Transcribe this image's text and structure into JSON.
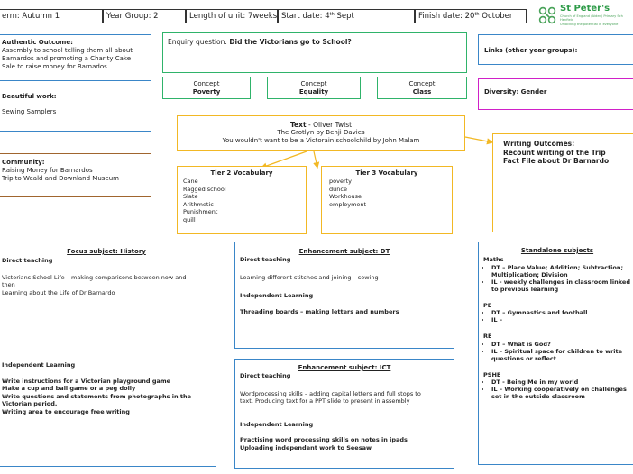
{
  "header": {
    "term": "erm: Autumn 1",
    "year_group": "Year Group: 2",
    "length": "Length of unit: 7weeks",
    "start_prefix": "Start date: 4",
    "start_sup": "th",
    "start_suffix": " Sept",
    "finish_prefix": "Finish date: 20",
    "finish_sup": "th",
    "finish_suffix": " October",
    "logo_title": "St Peter's",
    "logo_sub1": "Church of England (Aided) Primary Sch",
    "logo_sub2": "Henfield",
    "logo_sub3": "Unlocking the potential in everyone"
  },
  "authentic": {
    "title": "Authentic Outcome:",
    "lines": [
      "Assembly to school telling them all about",
      "Barnardos and promoting a Charity Cake",
      "Sale to raise money for Barnados"
    ]
  },
  "beautiful": {
    "title": "Beautiful work:",
    "text": "Sewing Samplers"
  },
  "community": {
    "title": "Community:",
    "lines": [
      "Raising Money for Barnardos",
      "Trip to Weald and Downland Museum"
    ]
  },
  "enquiry": {
    "prefix": "Enquiry question: ",
    "question": "Did the Victorians go to School?"
  },
  "concepts": [
    {
      "label": "Concept",
      "value": "Poverty"
    },
    {
      "label": "Concept",
      "value": "Equality"
    },
    {
      "label": "Concept",
      "value": "Class"
    }
  ],
  "links": {
    "title": "Links (other year groups):"
  },
  "diversity": {
    "title": "Diversity: Gender"
  },
  "text_box": {
    "title": "Text",
    "dash": " - ",
    "main": "Oliver Twist",
    "line2": "The Grotlyn by Benji Davies",
    "line3": "You wouldn't want to be a Victorain schoolchild by John Malam"
  },
  "tier2": {
    "title": "Tier 2 Vocabulary",
    "words": [
      "Cane",
      "Ragged school",
      "Slate",
      "Arithmetic",
      "Punishment",
      "quill"
    ]
  },
  "tier3": {
    "title": "Tier 3 Vocabulary",
    "words": [
      "poverty",
      "dunce",
      "Workhouse",
      "employment"
    ]
  },
  "writing": {
    "lines": [
      "Writing Outcomes:",
      "Recount writing of the Trip",
      "Fact File about Dr Barnardo"
    ]
  },
  "focus": {
    "title": "Focus subject: History",
    "direct": "Direct teaching",
    "direct_lines": [
      "Victorians School Life – making comparisons between now and",
      "then",
      "Learning about the Life of Dr Barnardo"
    ],
    "independent": "Independent Learning",
    "independent_lines": [
      "Write instructions for a Victorian playground game",
      "Make a cup and ball game or a peg dolly",
      "Write questions and statements from photographs in the",
      "Victorian period.",
      "Writing area to encourage free writing"
    ]
  },
  "dt": {
    "title": "Enhancement subject: DT",
    "direct": "Direct teaching",
    "direct_text": "Learning different stitches and joining – sewing",
    "independent": "Independent Learning",
    "independent_text": "Threading boards – making letters and numbers"
  },
  "ict": {
    "title": "Enhancement subject: ICT",
    "direct": "Direct teaching",
    "direct_lines": [
      "Wordprocessing skills – adding capital letters and full stops to",
      "text. Producing text for a PPT slide to present in assembly"
    ],
    "independent": "Independent Learning",
    "independent_lines": [
      "Practising word processing skills on notes in ipads",
      "Uploading independent work to Seesaw"
    ]
  },
  "standalone": {
    "title": "Standalone subjects",
    "sections": [
      {
        "name": "Maths",
        "items": [
          "DT – Place Value; Addition; Subtraction; Multiplication; Division",
          "IL - weekly challenges in classroom linked to previous learning"
        ]
      },
      {
        "name": "PE",
        "items": [
          "DT – Gymnastics and football",
          "IL –"
        ]
      },
      {
        "name": "RE",
        "items": [
          "DT – What is God?",
          "IL – Spiritual space for children to write questions or reflect"
        ]
      },
      {
        "name": "PSHE",
        "items": [
          "DT - Being Me in my world",
          "IL – Working cooperatively on challenges set in the outside classroom"
        ]
      }
    ]
  },
  "colors": {
    "blue": "#3a86c8",
    "green": "#2fb36a",
    "gold": "#f2b824",
    "brown": "#a0652e",
    "magenta": "#d020c8",
    "logo_green": "#4aa35a"
  }
}
